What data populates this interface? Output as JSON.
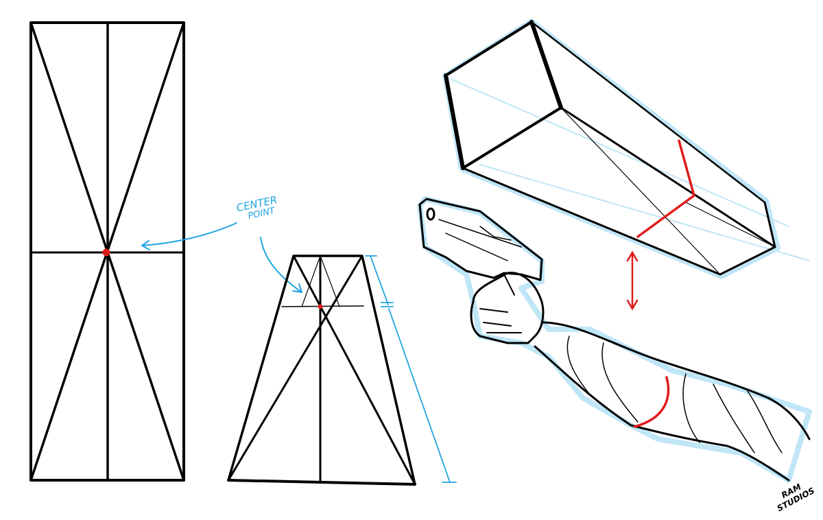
{
  "annotation": {
    "line1": "CENTER",
    "line2": "POINT"
  },
  "signature": "RAM STUDIOS",
  "colors": {
    "ink": "#000000",
    "guide": "#1fa3e0",
    "highlight": "#e01b1b",
    "shadow_glow": "#bfe6f7"
  }
}
